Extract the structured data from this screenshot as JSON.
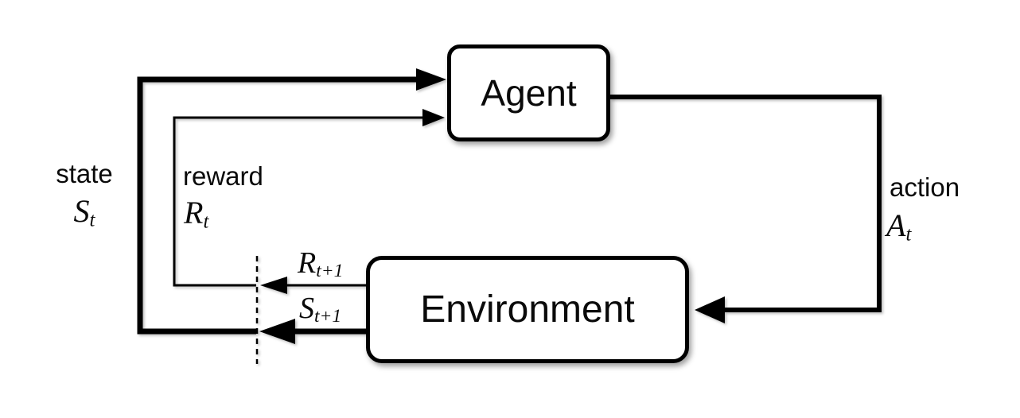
{
  "boxes": {
    "agent": {
      "label": "Agent"
    },
    "environment": {
      "label": "Environment"
    }
  },
  "labels": {
    "state": {
      "word": "state",
      "symbol": "S",
      "subscript": "t"
    },
    "reward": {
      "word": "reward",
      "symbol": "R",
      "subscript": "t"
    },
    "action": {
      "word": "action",
      "symbol": "A",
      "subscript": "t"
    },
    "next_reward": {
      "symbol": "R",
      "subscript": "t+1"
    },
    "next_state": {
      "symbol": "S",
      "subscript": "t+1"
    }
  },
  "colors": {
    "line": "#000000",
    "box_border": "#000000",
    "box_fill": "#ffffff",
    "background": "#ffffff",
    "text": "#0a0a0a"
  }
}
